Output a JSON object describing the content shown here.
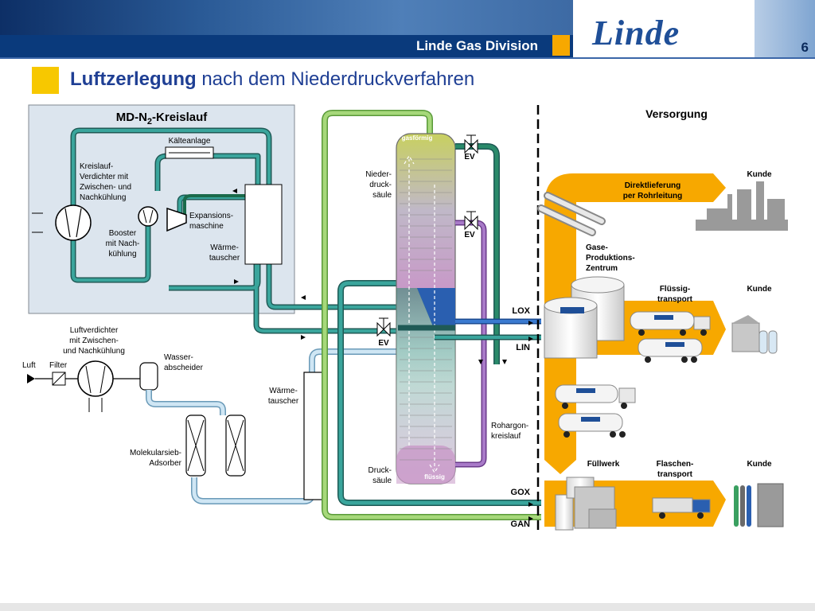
{
  "header": {
    "division": "Linde Gas Division",
    "logo": "Linde",
    "page_number": "6"
  },
  "title": {
    "bold": "Luftzerlegung",
    "rest": " nach dem Niederdruckverfahren"
  },
  "loop": {
    "title_main": "MD-N",
    "title_sub": "2",
    "title_rest": "-Kreislauf"
  },
  "labels": {
    "kaelteanlage": "Kälteanlage",
    "kreislauf": [
      "Kreislauf-",
      "Verdichter mit",
      "Zwischen- und",
      "Nachkühlung"
    ],
    "booster": [
      "Booster",
      "mit Nach-",
      "kühlung"
    ],
    "expansion": [
      "Expansions-",
      "maschine"
    ],
    "waermetauscher_top": [
      "Wärme-",
      "tauscher"
    ],
    "luftverdichter": [
      "Luftverdichter",
      "mit Zwischen-",
      "und Nachkühlung"
    ],
    "luft": "Luft",
    "filter": "Filter",
    "wasser": [
      "Wasser-",
      "abscheider"
    ],
    "molsieb": [
      "Molekularsieb-",
      "Adsorber"
    ],
    "waermetauscher_mid": [
      "Wärme-",
      "tauscher"
    ],
    "niederdruck": [
      "Nieder-",
      "druck-",
      "säule"
    ],
    "druck": [
      "Druck-",
      "säule"
    ],
    "gasfoermig": "gasförmig",
    "fluessig": "flüssig",
    "ev": "EV",
    "rohargon": [
      "Rohargon-",
      "kreislauf"
    ],
    "lox": "LOX",
    "lin": "LIN",
    "gox": "GOX",
    "gan": "GAN"
  },
  "supply": {
    "title": "Versorgung",
    "direktlieferung": [
      "Direktlieferung",
      "per Rohrleitung"
    ],
    "kunde": "Kunde",
    "gaseprod": [
      "Gase-",
      "Produktions-",
      "Zentrum"
    ],
    "fluessigtransport": [
      "Flüssig-",
      "transport"
    ],
    "fuellwerk": "Füllwerk",
    "flaschentransport": [
      "Flaschen-",
      "transport"
    ]
  },
  "colors": {
    "brand_blue": "#1f4f98",
    "accent_orange": "#f7a800",
    "pipe_teal": "#2a8a82",
    "pipe_green": "#8ac45a",
    "pipe_purple": "#8a5aa8",
    "pipe_lightblue": "#b5d8ec",
    "pipe_navy": "#2a5fb0"
  }
}
